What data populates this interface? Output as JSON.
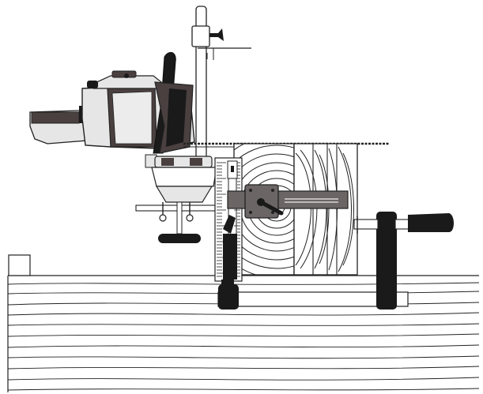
{
  "diagram": {
    "description_visible_text": [],
    "colors": {
      "outline": "#111111",
      "saw_body": "#e6e6e6",
      "saw_dark": "#4a4040",
      "handle": "#1a1a1a",
      "wood": "#ffffff",
      "wood_lines": "#222222",
      "bracket": "#5a5555",
      "background": "#ffffff"
    },
    "components": [
      {
        "id": "chainsaw",
        "icon": "chainsaw-icon"
      },
      {
        "id": "vertical-post",
        "icon": "post-icon"
      },
      {
        "id": "saw-mount",
        "icon": "mount-icon"
      },
      {
        "id": "log-end-grain",
        "icon": "log-icon"
      },
      {
        "id": "slab-stack",
        "icon": "slab-icon"
      },
      {
        "id": "log-bracket",
        "icon": "bracket-icon"
      },
      {
        "id": "depth-scale",
        "icon": "ruler-icon"
      },
      {
        "id": "bar-clamp",
        "icon": "clamp-icon"
      },
      {
        "id": "workbench-plank",
        "icon": "plank-icon"
      },
      {
        "id": "corner-marker",
        "icon": "square-icon"
      }
    ]
  }
}
